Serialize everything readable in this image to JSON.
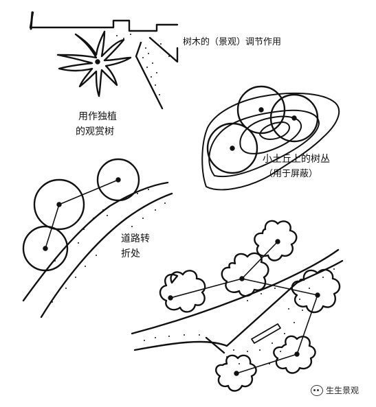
{
  "labels": {
    "title": "树木的（景观）调节作用",
    "solitary_line1": "用作独植",
    "solitary_line2": "的观赏树",
    "mound_line1": "小土丘上的树丛",
    "mound_line2": "（用于屏蔽）",
    "road_line1": "道路转",
    "road_line2": "折处"
  },
  "watermark": {
    "text": "生生景观",
    "icon": "wechat-icon"
  },
  "colors": {
    "ink": "#111111",
    "background": "#ffffff"
  }
}
